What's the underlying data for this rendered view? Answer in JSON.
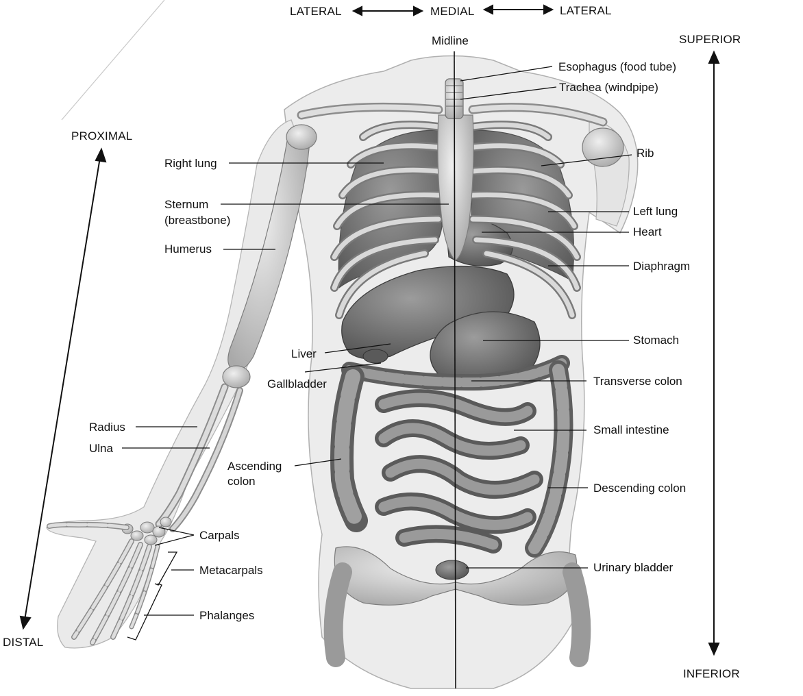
{
  "directions": {
    "lateral_left": "LATERAL",
    "medial": "MEDIAL",
    "lateral_right": "LATERAL",
    "superior": "SUPERIOR",
    "inferior": "INFERIOR",
    "proximal": "PROXIMAL",
    "distal": "DISTAL",
    "midline": "Midline"
  },
  "labels": {
    "esophagus": "Esophagus (food tube)",
    "trachea": "Trachea (windpipe)",
    "rib": "Rib",
    "right_lung": "Right lung",
    "sternum_1": "Sternum",
    "sternum_2": "(breastbone)",
    "left_lung": "Left lung",
    "heart": "Heart",
    "humerus": "Humerus",
    "diaphragm": "Diaphragm",
    "stomach": "Stomach",
    "liver": "Liver",
    "gallbladder": "Gallbladder",
    "transverse_colon": "Transverse colon",
    "small_intestine": "Small intestine",
    "radius": "Radius",
    "ulna": "Ulna",
    "ascending_colon_1": "Ascending",
    "ascending_colon_2": "colon",
    "descending_colon": "Descending colon",
    "carpals": "Carpals",
    "metacarpals": "Metacarpals",
    "urinary_bladder": "Urinary bladder",
    "phalanges": "Phalanges"
  },
  "colors": {
    "ink": "#111111",
    "skin": "#e6e6e6",
    "bone": "#cfcfcf",
    "organ": "#8a8a8a",
    "organ_dark": "#5e5e5e"
  }
}
